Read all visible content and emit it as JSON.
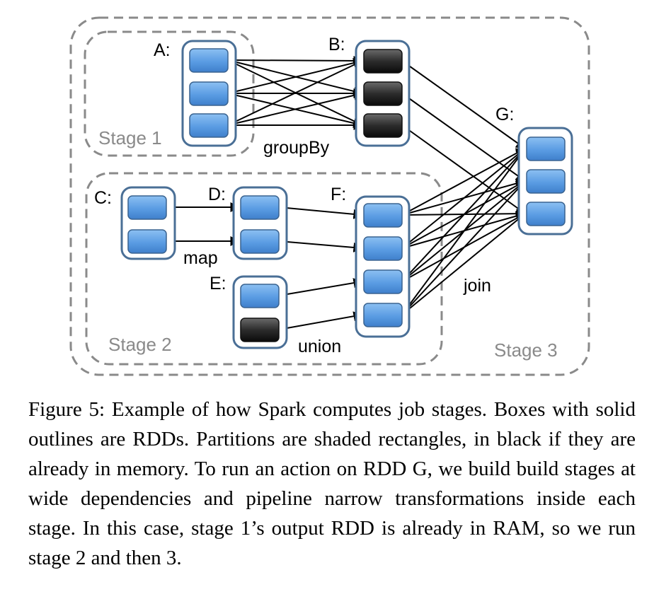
{
  "diagram": {
    "stages": {
      "stage1": "Stage 1",
      "stage2": "Stage 2",
      "stage3": "Stage 3"
    },
    "rdds": {
      "A": "A:",
      "B": "B:",
      "C": "C:",
      "D": "D:",
      "E": "E:",
      "F": "F:",
      "G": "G:"
    },
    "operations": {
      "groupBy": "groupBy",
      "map": "map",
      "union": "union",
      "join": "join"
    },
    "colors": {
      "partition": "#4f90db",
      "partition_in_memory": "#2a2a2a",
      "rdd_outline": "#4a6f96",
      "stage_outline": "#8a8a8a"
    }
  },
  "caption": "Figure 5: Example of how Spark computes job stages. Boxes with solid outlines are RDDs. Partitions are shaded rectangles, in black if they are already in memory. To run an action on RDD G, we build build stages at wide dependencies and pipeline narrow transformations inside each stage. In this case, stage 1’s output RDD is already in RAM, so we run stage 2 and then 3."
}
